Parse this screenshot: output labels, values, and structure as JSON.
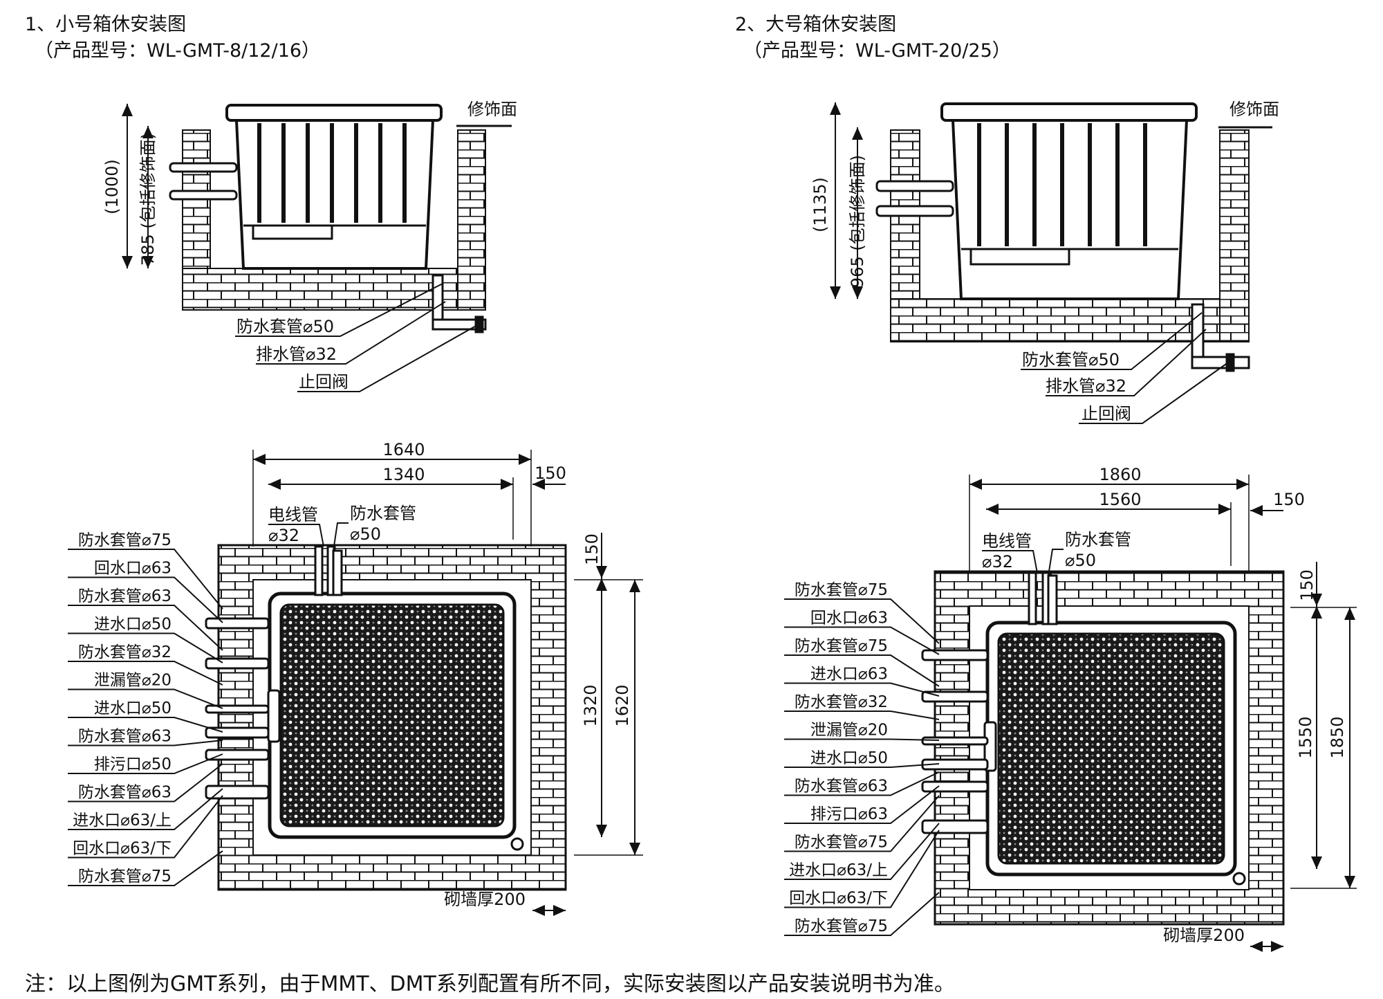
{
  "section_small": {
    "title": "1、小号箱休安装图",
    "model": "（产品型号：WL-GMT-8/12/16）",
    "elevation": {
      "dim_total": "(1000)",
      "dim_inner": "785  (包括修饰面)",
      "trim_label": "修饰面",
      "callouts": [
        "防水套管⌀50",
        "排水管⌀32",
        "止回阀"
      ]
    },
    "plan": {
      "dim_outer_w": "1640",
      "dim_inner_w": "1340",
      "dim_wall": "150",
      "dim_wall_v": "150",
      "dim_inner_h": "1320",
      "dim_outer_h": "1620",
      "top_left_label": "电线管",
      "top_left_sub": "⌀32",
      "top_right_label": "防水套管",
      "top_right_sub": "⌀50",
      "wall_thickness": "砌墙厚200",
      "side_labels": [
        "防水套管⌀75",
        "回水口⌀63",
        "防水套管⌀63",
        "进水口⌀50",
        "防水套管⌀32",
        "泄漏管⌀20",
        "进水口⌀50",
        "防水套管⌀63",
        "排污口⌀50",
        "防水套管⌀63",
        "进水口⌀63/上",
        "回水口⌀63/下",
        "防水套管⌀75"
      ]
    }
  },
  "section_large": {
    "title": "2、大号箱休安装图",
    "model": "（产品型号：WL-GMT-20/25）",
    "elevation": {
      "dim_total": "(1135)",
      "dim_inner": "965  (包括修饰面)",
      "trim_label": "修饰面",
      "callouts": [
        "防水套管⌀50",
        "排水管⌀32",
        "止回阀"
      ]
    },
    "plan": {
      "dim_outer_w": "1860",
      "dim_inner_w": "1560",
      "dim_wall": "150",
      "dim_wall_v": "150",
      "dim_inner_h": "1550",
      "dim_outer_h": "1850",
      "top_left_label": "电线管",
      "top_left_sub": "⌀32",
      "top_right_label": "防水套管",
      "top_right_sub": "⌀50",
      "wall_thickness": "砌墙厚200",
      "side_labels": [
        "防水套管⌀75",
        "回水口⌀63",
        "防水套管⌀75",
        "进水口⌀63",
        "防水套管⌀32",
        "泄漏管⌀20",
        "进水口⌀50",
        "防水套管⌀63",
        "排污口⌀63",
        "防水套管⌀75",
        "进水口⌀63/上",
        "回水口⌀63/下",
        "防水套管⌀75"
      ]
    }
  },
  "note": "注：以上图例为GMT系列，由于MMT、DMT系列配置有所不同，实际安装图以产品安装说明书为准。"
}
